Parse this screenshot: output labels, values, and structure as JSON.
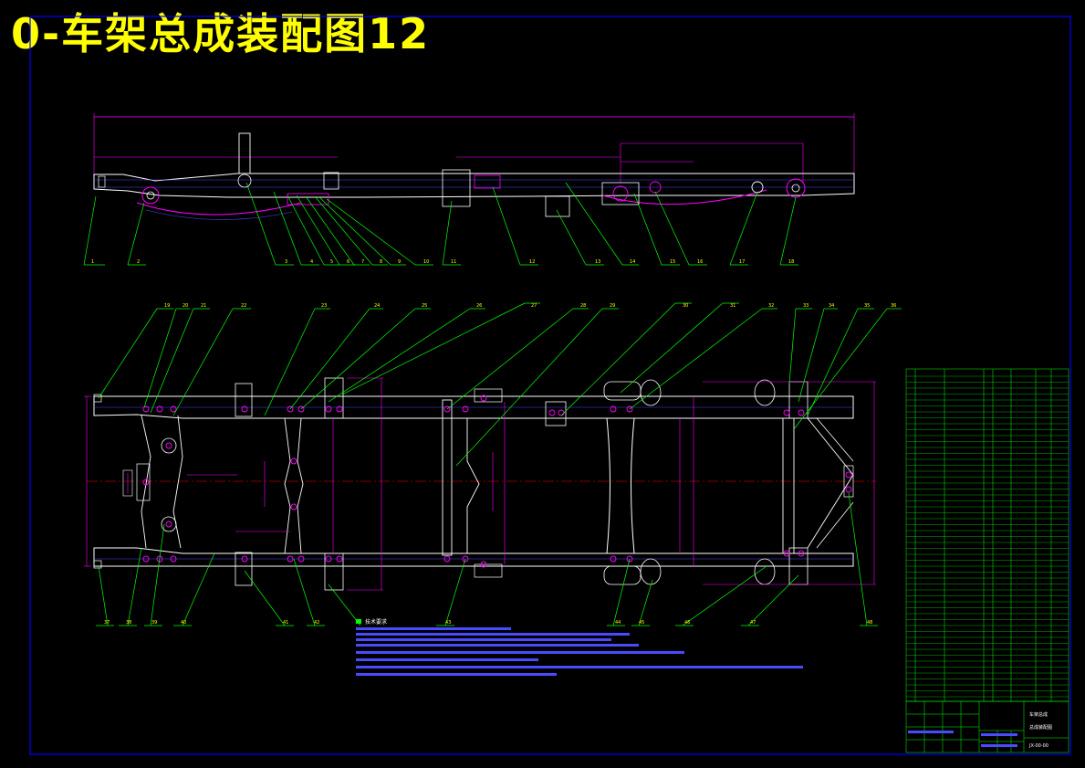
{
  "page": {
    "title": "0-车架总成装配图12"
  },
  "colors": {
    "background": "#000000",
    "title": "#ffff00",
    "frame_border": "#0000ff",
    "frame_outline": "#ffffff",
    "leader_lines": "#00ff00",
    "dimension_lines": "#ff00ff",
    "center_lines": "#ff0000",
    "parts_magenta": "#ff00ff",
    "blue_lines": "#4a4aff"
  },
  "side_view": {
    "callouts": [
      "1",
      "2",
      "3",
      "4",
      "5",
      "6",
      "7",
      "8",
      "9",
      "10",
      "11",
      "12",
      "13",
      "14",
      "15",
      "16",
      "17",
      "18"
    ]
  },
  "plan_view": {
    "top_callouts": [
      "19",
      "20",
      "21",
      "22",
      "23",
      "24",
      "25",
      "26",
      "27",
      "28",
      "29",
      "30",
      "31",
      "32",
      "33",
      "34",
      "35",
      "36"
    ],
    "bottom_callouts": [
      "37",
      "38",
      "39",
      "40",
      "41",
      "42",
      "43",
      "44",
      "45",
      "46",
      "47",
      "48"
    ]
  },
  "notes": {
    "heading": "技术要求",
    "icon": "notes-marker-icon"
  },
  "title_block": {
    "name_label": "车架总成",
    "drawing_label": "总成装配图",
    "code_label": "JX-00-00"
  }
}
